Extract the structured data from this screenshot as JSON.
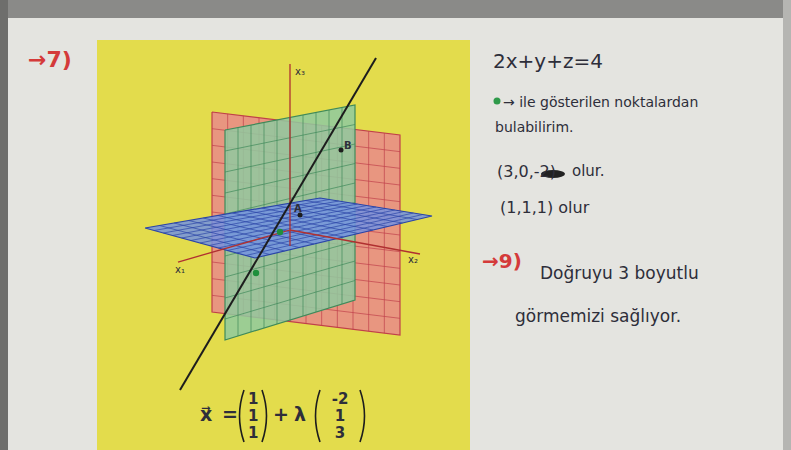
{
  "diagram": {
    "labels": [
      "→7)",
      "x₃",
      "B",
      "A",
      "x₁",
      "x₂",
      "x⃗",
      "=",
      "1",
      "1",
      "1",
      "+",
      "λ",
      "-2",
      "1",
      "3",
      "2x+y+z=4",
      "→ ile gösterilen noktalardan bulabilirim.",
      "(3,0,-2)",
      "olur.",
      "(1,1,1) olur",
      "→9)",
      "Doğruyu 3 boyutlu görmemizi sağlıyor."
    ]
  }
}
